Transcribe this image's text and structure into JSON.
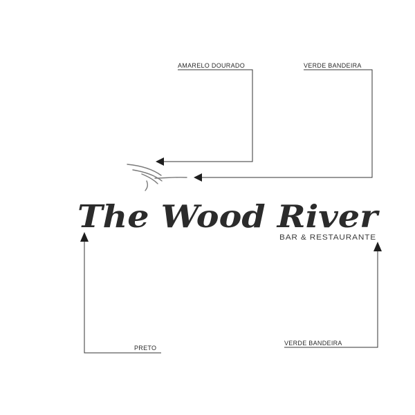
{
  "logo": {
    "title": "The Wood River",
    "subtitle": "BAR & RESTAURANTE"
  },
  "callouts": {
    "amarelo_dourado": "AMARELO DOURADO",
    "verde_bandeira_top": "VERDE BANDEIRA",
    "preto": "PRETO",
    "verde_bandeira_bottom": "VERDE BANDEIRA"
  },
  "colors": {
    "ink": "#2b2b2b",
    "line": "#333333",
    "swoosh": "#7a7a7a",
    "background": "#ffffff"
  }
}
